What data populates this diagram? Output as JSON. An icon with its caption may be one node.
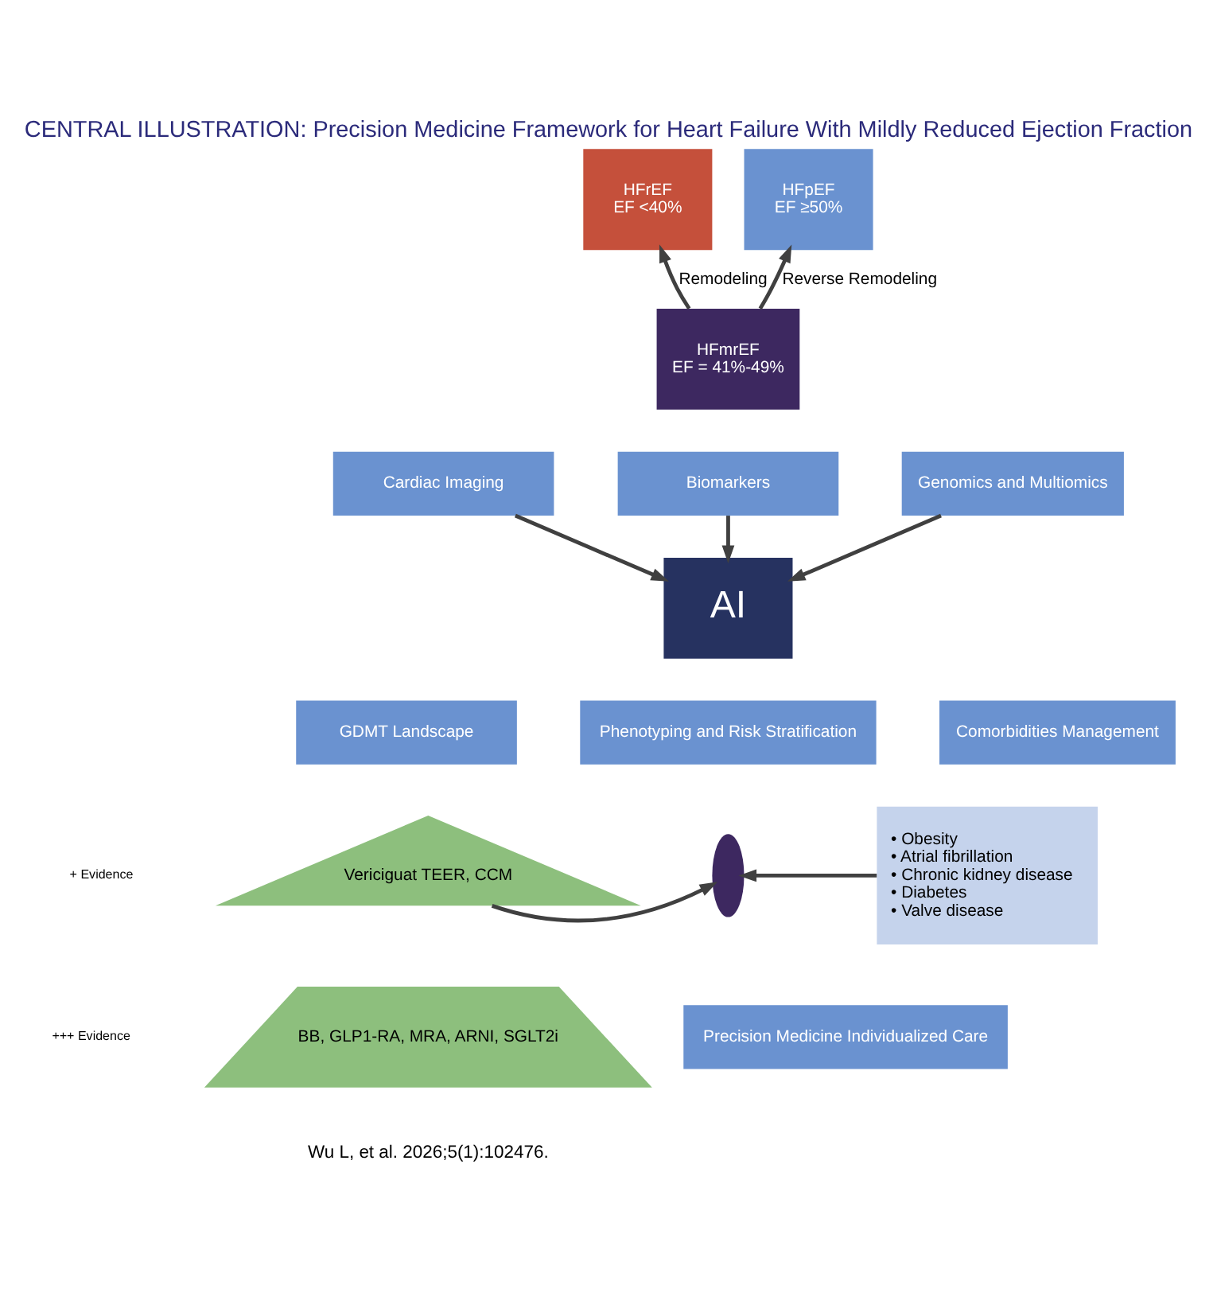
{
  "diagram": {
    "title": "CENTRAL ILLUSTRATION: Precision Medicine Framework for Heart Failure With Mildly Reduced Ejection Fraction",
    "nodes": [
      {
        "text": [
          "HFrEF",
          "EF <40%"
        ]
      },
      {
        "text": [
          "HFpEF",
          "EF ≥50%"
        ]
      },
      {
        "text": [
          "HFmrEF",
          "EF = 41%-49%"
        ]
      },
      {
        "text": [
          "Cardiac Imaging"
        ]
      },
      {
        "text": [
          "Biomarkers"
        ]
      },
      {
        "text": [
          "Genomics and Multiomics"
        ]
      },
      {
        "text": [
          "AI"
        ]
      },
      {
        "text": [
          "GDMT Landscape"
        ]
      },
      {
        "text": [
          "Phenotyping and Risk Stratification"
        ]
      },
      {
        "text": [
          "Comorbidities Management"
        ]
      },
      {
        "text": [
          "Vericiguat TEER, CCM"
        ]
      },
      {
        "text": [
          "BB, GLP1-RA, MRA, ARNI, SGLT2i"
        ]
      },
      {
        "text": [],
        "shape": "person"
      },
      {
        "text": [
          "Precision Medicine Individualized Care"
        ]
      },
      {
        "text": [
          "• Obesity",
          "• Atrial fibrillation",
          "• Chronic kidney disease",
          "• Diabetes",
          "• Valve disease"
        ]
      }
    ],
    "edges": [
      {
        "from": 2,
        "to": 0,
        "arrow": "to",
        "label": "Remodeling"
      },
      {
        "from": 2,
        "to": 1,
        "arrow": "to",
        "label": "Reverse Remodeling"
      },
      {
        "from": 3,
        "to": 6,
        "arrow": "to"
      },
      {
        "from": 4,
        "to": 6,
        "arrow": "to"
      },
      {
        "from": 5,
        "to": 6,
        "arrow": "to"
      },
      {
        "from": 10,
        "to": 12,
        "arrow": "to"
      },
      {
        "from": 14,
        "to": 12,
        "arrow": "to"
      }
    ],
    "labels": [
      "+ Evidence",
      "+++ Evidence",
      "Wu L, et al. 2026;5(1):102476."
    ]
  }
}
